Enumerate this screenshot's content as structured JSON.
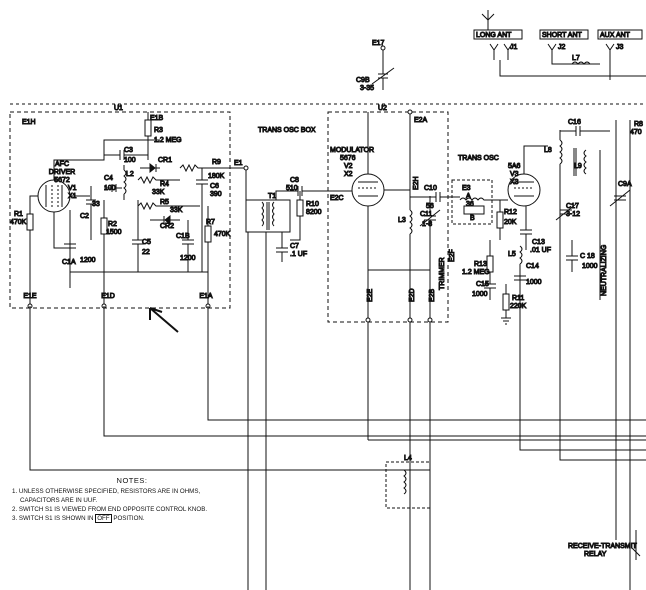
{
  "labels": {
    "u1": "U1",
    "u2": "U2",
    "e1h": "E1H",
    "e1b": "E1B",
    "e1e": "E1E",
    "e1d": "E1D",
    "e1a": "E1A",
    "e1_right": "E1",
    "e17": "E17",
    "c9b": "C9B",
    "c9b_val": "3-35",
    "e2a": "E2A",
    "e2c": "E2C",
    "e2e": "E2E",
    "e2d": "E2D",
    "e2b": "E2B",
    "e2h": "E2H",
    "trans_osc_box": "TRANS OSC BOX",
    "afc": "AFC",
    "driver": "DRIVER",
    "v1_type": "5672",
    "v1_x": "X1",
    "v1": "V1",
    "modulator": "MODULATOR",
    "v2_type": "5676",
    "v2": "V2",
    "v2_x": "X2",
    "trans_osc": "TRANS OSC",
    "v3_type": "5A6",
    "v3": "V3",
    "v3_x": "X3",
    "r1": "R1",
    "r1_val": "470K",
    "c2": "C2",
    "c2_val": "33",
    "c1a": "C1A",
    "c1a_val": "1200",
    "c3": "C3",
    "c3_val": "100",
    "r3": "R3",
    "r3_val": "1.2 MEG",
    "c4": "C4",
    "c4_val": "100",
    "l2": "L2",
    "cr1": "CR1",
    "r4": "R4",
    "r4_val": "33K",
    "r5": "R5",
    "r5_val": "33K",
    "cr2": "CR2",
    "r2": "R2",
    "r2_val": "1500",
    "c5": "C5",
    "c5_val": "22",
    "r9": "R9",
    "r9_val": "180K",
    "c6": "C6",
    "c6_val": "390",
    "c1b": "C1B",
    "c1b_val": "1200",
    "r7": "R7",
    "r7_val": "470K",
    "c8": "C8",
    "c8_val": "510",
    "t1": "T1",
    "r10": "R10",
    "r10_val": "8200",
    "c7": "C7",
    "c7_val": ".1 UF",
    "c10": "C10",
    "c10_val": "56",
    "l3": "L3",
    "c11": "C11",
    "c11_val": "1-8",
    "e3": "E3",
    "e3_a": "A",
    "e3_val": "36",
    "e3_b": "B",
    "r12": "R12",
    "r12_val": "20K",
    "c13": "C13",
    "c13_val": ".01 UF",
    "l5": "L5",
    "c14": "C14",
    "c14_val": "1000",
    "c18": "C 18",
    "c18_val": "1000",
    "c17": "C17",
    "c17_val": "3-12",
    "c16": "C16",
    "l8": "L8",
    "l9": "L9",
    "r8": "R8",
    "r8_val": "470",
    "c9a": "C9A",
    "neutralizing": "NEUTRALIZING",
    "trimmer": "TRIMMER",
    "e2f": "E2F",
    "r13": "R13",
    "r13_val": "1.2 MEG",
    "c15": "C15",
    "c15_val": "1000",
    "r11": "R11",
    "r11_val": "220K",
    "l4": "L4",
    "long_ant": "LONG ANT",
    "short_ant": "SHORT ANT",
    "aux_ant": "AUX ANT",
    "j1": "J1",
    "j2": "J2",
    "j3": "J3",
    "l7": "L7",
    "relay_1": "RECEIVE-TRANSMIT",
    "relay_2": "RELAY"
  },
  "notes": {
    "title": "NOTES:",
    "n1a": "1.  UNLESS OTHERWISE SPECIFIED, RESISTORS ARE IN OHMS,",
    "n1b": "CAPACITORS ARE IN UUF.",
    "n2": "2.  SWITCH S1 IS VIEWED FROM END OPPOSITE CONTROL KNOB.",
    "n3a": "3.  SWITCH S1 IS SHOWN IN",
    "n3b": "OFF",
    "n3c": "POSITION."
  }
}
